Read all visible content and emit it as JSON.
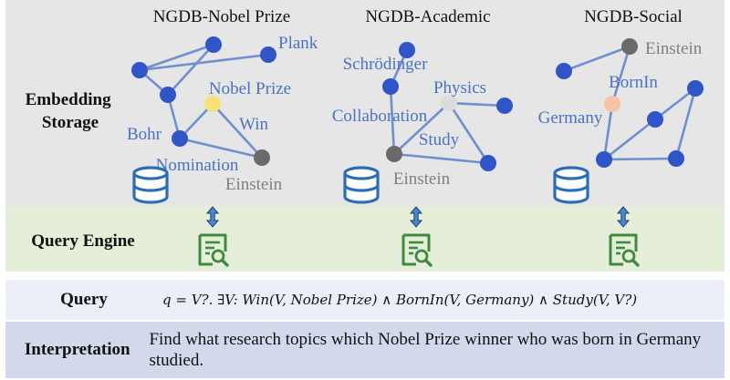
{
  "graphs": [
    {
      "title": "NGDB-Nobel Prize",
      "nodes": [
        {
          "id": "n1",
          "label": "",
          "tone": "blue"
        },
        {
          "id": "n2",
          "label": "",
          "tone": "blue"
        },
        {
          "id": "n3",
          "label": "",
          "tone": "blue"
        },
        {
          "id": "plank",
          "label": "Plank",
          "tone": "blue"
        },
        {
          "id": "prize",
          "label": "Nobel Prize",
          "tone": "yellow"
        },
        {
          "id": "bohr",
          "label": "Bohr",
          "tone": "blue"
        },
        {
          "id": "einstein",
          "label": "Einstein",
          "tone": "dark"
        }
      ],
      "edges": [
        {
          "from": "n1",
          "to": "n2",
          "label": ""
        },
        {
          "from": "n1",
          "to": "n3",
          "label": ""
        },
        {
          "from": "n2",
          "to": "n3",
          "label": ""
        },
        {
          "from": "n3",
          "to": "bohr",
          "label": ""
        },
        {
          "from": "n2",
          "to": "plank",
          "label": ""
        },
        {
          "from": "bohr",
          "to": "prize",
          "label": ""
        },
        {
          "from": "prize",
          "to": "einstein",
          "label": "Win"
        },
        {
          "from": "bohr",
          "to": "einstein",
          "label": "Nomination"
        }
      ]
    },
    {
      "title": "NGDB-Academic",
      "nodes": [
        {
          "id": "schr",
          "label": "Schrödinger",
          "tone": "blue"
        },
        {
          "id": "phys",
          "label": "Physics",
          "tone": "gray"
        },
        {
          "id": "b1",
          "label": "",
          "tone": "blue"
        },
        {
          "id": "einstein",
          "label": "Einstein",
          "tone": "dark"
        },
        {
          "id": "b2",
          "label": "",
          "tone": "blue"
        },
        {
          "id": "b3",
          "label": "",
          "tone": "blue"
        }
      ],
      "edges": [
        {
          "from": "schr",
          "to": "b1",
          "label": ""
        },
        {
          "from": "schr",
          "to": "einstein",
          "label": "Collaboration"
        },
        {
          "from": "einstein",
          "to": "phys",
          "label": "Study"
        },
        {
          "from": "phys",
          "to": "b2",
          "label": ""
        },
        {
          "from": "einstein",
          "to": "b3",
          "label": ""
        },
        {
          "from": "phys",
          "to": "b3",
          "label": ""
        }
      ]
    },
    {
      "title": "NGDB-Social",
      "nodes": [
        {
          "id": "einstein",
          "label": "Einstein",
          "tone": "dark"
        },
        {
          "id": "s1",
          "label": "",
          "tone": "blue"
        },
        {
          "id": "germany",
          "label": "Germany",
          "tone": "peach"
        },
        {
          "id": "s2",
          "label": "",
          "tone": "blue"
        },
        {
          "id": "s3",
          "label": "",
          "tone": "blue"
        },
        {
          "id": "s4",
          "label": "",
          "tone": "blue"
        },
        {
          "id": "s5",
          "label": "",
          "tone": "blue"
        }
      ],
      "edges": [
        {
          "from": "einstein",
          "to": "s1",
          "label": ""
        },
        {
          "from": "einstein",
          "to": "germany",
          "label": "BornIn"
        },
        {
          "from": "germany",
          "to": "s2",
          "label": ""
        },
        {
          "from": "s2",
          "to": "s3",
          "label": ""
        },
        {
          "from": "s3",
          "to": "s4",
          "label": ""
        },
        {
          "from": "s4",
          "to": "s5",
          "label": ""
        },
        {
          "from": "s2",
          "to": "s5",
          "label": ""
        }
      ]
    }
  ],
  "storage_label": "Embedding Storage",
  "engine_label": "Query Engine",
  "query": {
    "label": "Query",
    "formula": "q = V?. ∃V: Win(V, Nobel Prize) ∧ BornIn(V, Germany) ∧ Study(V, V?)"
  },
  "interpretation": {
    "label": "Interpretation",
    "text": "Find what research topics which Nobel Prize winner who was born in Germany studied."
  },
  "colors": {
    "storage_bg": "#e6e6e6",
    "engine_bg": "#e4eed8",
    "node_blue": "#2f55c8",
    "edge": "#6f8fcf",
    "label_blue": "#4a72c4",
    "label_gray": "#808080",
    "node_yellow": "#f7e27a",
    "node_peach": "#f5c3a6",
    "node_gray": "#dcdcdc",
    "node_dark": "#6a6a6a",
    "db_icon": "#2a6fb5",
    "engine_icon": "#3f8a3f"
  }
}
